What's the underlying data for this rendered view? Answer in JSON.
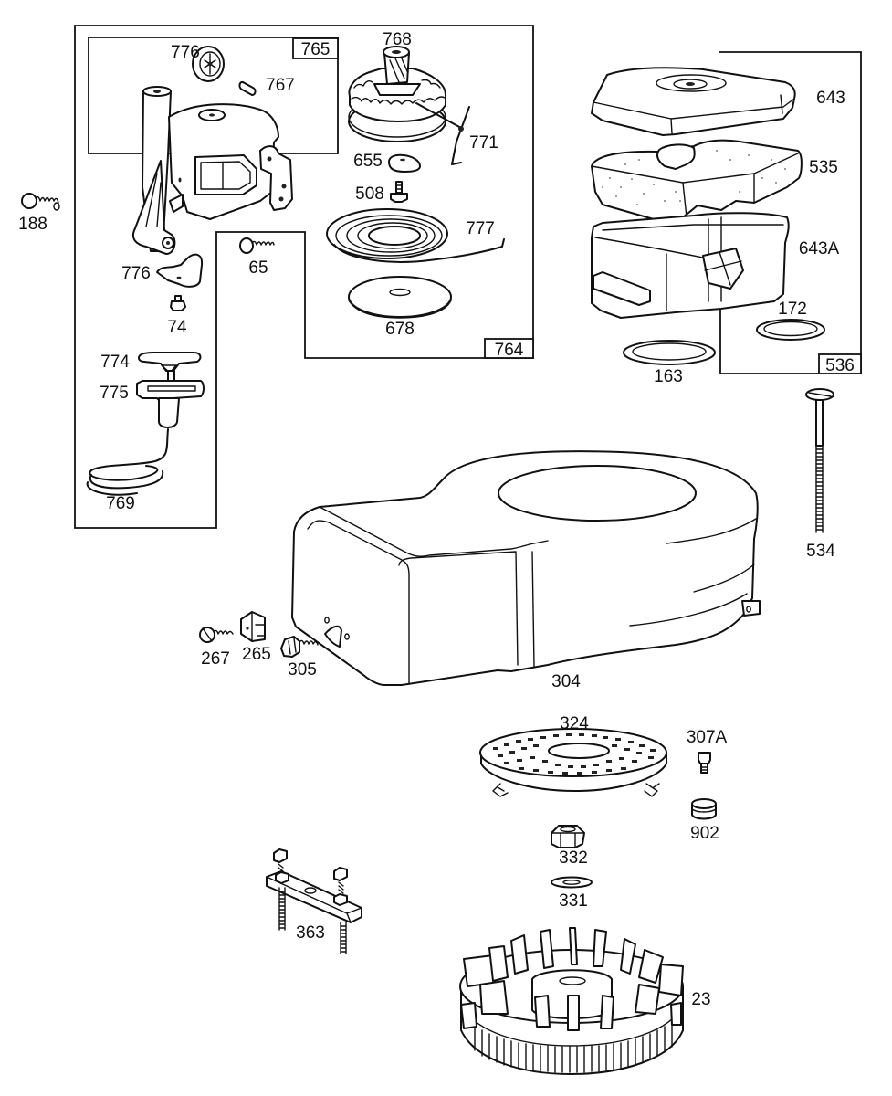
{
  "diagram": {
    "title": "Exploded parts diagram - blower housing, rewind starter and air cleaner",
    "assembly_tags": {
      "starter_assembly": "764",
      "starter_housing": "765",
      "air_cleaner_assembly": "536"
    },
    "labels": {
      "p776a": "776",
      "p765": "765",
      "p767": "767",
      "p768": "768",
      "p771": "771",
      "p655": "655",
      "p508": "508",
      "p777": "777",
      "p65": "65",
      "p776b": "776",
      "p74": "74",
      "p678": "678",
      "p764": "764",
      "p774": "774",
      "p775": "775",
      "p769": "769",
      "p188": "188",
      "p643": "643",
      "p535": "535",
      "p643A": "643A",
      "p172": "172",
      "p163": "163",
      "p536": "536",
      "p534": "534",
      "p304": "304",
      "p267": "267",
      "p265": "265",
      "p305": "305",
      "p324": "324",
      "p307A": "307A",
      "p902": "902",
      "p332": "332",
      "p331": "331",
      "p363": "363",
      "p23": "23"
    },
    "parts": [
      {
        "number": "776",
        "name": "pulley (starter)"
      },
      {
        "number": "767",
        "name": "pin"
      },
      {
        "number": "768",
        "name": "ratchet / starter pulley"
      },
      {
        "number": "771",
        "name": "spring"
      },
      {
        "number": "655",
        "name": "retainer"
      },
      {
        "number": "508",
        "name": "screw"
      },
      {
        "number": "777",
        "name": "rewind spring"
      },
      {
        "number": "678",
        "name": "cover plate"
      },
      {
        "number": "65",
        "name": "screw"
      },
      {
        "number": "74",
        "name": "nut"
      },
      {
        "number": "774",
        "name": "handle"
      },
      {
        "number": "775",
        "name": "rope guide"
      },
      {
        "number": "769",
        "name": "rope"
      },
      {
        "number": "188",
        "name": "screw"
      },
      {
        "number": "643",
        "name": "air cleaner cover"
      },
      {
        "number": "535",
        "name": "foam element"
      },
      {
        "number": "643A",
        "name": "air cleaner body"
      },
      {
        "number": "172",
        "name": "gasket"
      },
      {
        "number": "163",
        "name": "gasket"
      },
      {
        "number": "534",
        "name": "long screw"
      },
      {
        "number": "304",
        "name": "blower housing"
      },
      {
        "number": "267",
        "name": "screw"
      },
      {
        "number": "265",
        "name": "clip"
      },
      {
        "number": "305",
        "name": "screw"
      },
      {
        "number": "324",
        "name": "rotating screen"
      },
      {
        "number": "307A",
        "name": "screw"
      },
      {
        "number": "902",
        "name": "spacer"
      },
      {
        "number": "332",
        "name": "nut"
      },
      {
        "number": "331",
        "name": "washer"
      },
      {
        "number": "363",
        "name": "bracket with studs"
      },
      {
        "number": "23",
        "name": "flywheel"
      }
    ]
  }
}
